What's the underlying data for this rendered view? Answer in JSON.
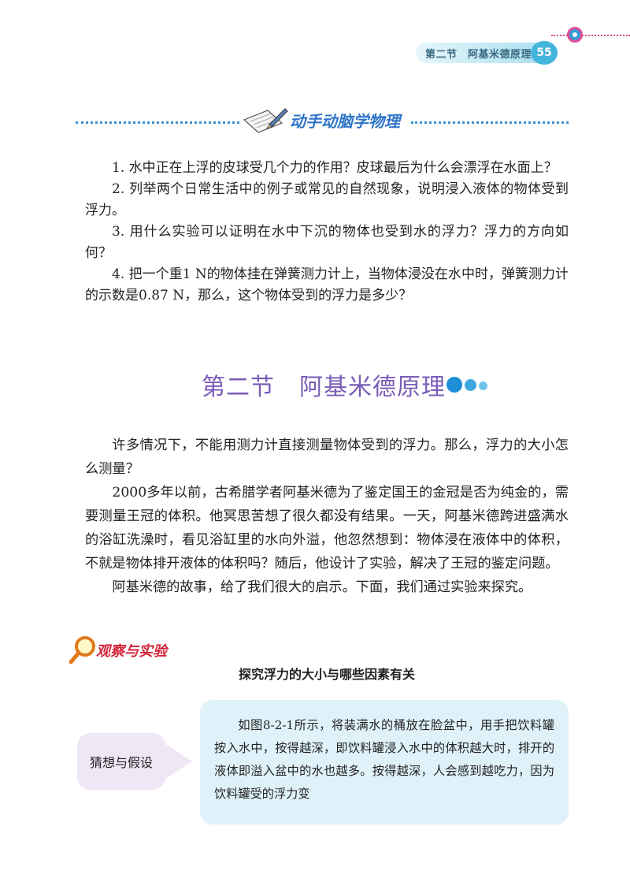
{
  "header": {
    "running_title": "第二节　阿基米德原理",
    "page_number": "55"
  },
  "activity": {
    "title": "动手动脑学物理",
    "questions": [
      "1. 水中正在上浮的皮球受几个力的作用？皮球最后为什么会漂浮在水面上？",
      "2. 列举两个日常生活中的例子或常见的自然现象，说明浸入液体的物体受到浮力。",
      "3. 用什么实验可以证明在水中下沉的物体也受到水的浮力？浮力的方向如何？",
      "4. 把一个重1 N的物体挂在弹簧测力计上，当物体浸没在水中时，弹簧测力计的示数是0.87 N，那么，这个物体受到的浮力是多少？"
    ]
  },
  "section": {
    "title": "第二节　阿基米德原理"
  },
  "body": {
    "paragraphs": [
      "许多情况下，不能用测力计直接测量物体受到的浮力。那么，浮力的大小怎么测量？",
      "2000多年以前，古希腊学者阿基米德为了鉴定国王的金冠是否为纯金的，需要测量王冠的体积。他冥思苦想了很久都没有结果。一天，阿基米德跨进盛满水的浴缸洗澡时，看见浴缸里的水向外溢，他忽然想到：物体浸在液体中的体积，不就是物体排开液体的体积吗？随后，他设计了实验，解决了王冠的鉴定问题。",
      "阿基米德的故事，给了我们很大的启示。下面，我们通过实验来探究。"
    ]
  },
  "experiment": {
    "label": "观察与实验",
    "subtitle": "探究浮力的大小与哪些因素有关",
    "hypothesis_tag": "猜想与假设",
    "hypothesis_text": "如图8-2-1所示，将装满水的桶放在脸盆中，用手把饮料罐按入水中，按得越深，即饮料罐浸入水中的体积越大时，排开的液体即溢入盆中的水也越多。按得越深，人会感到越吃力，因为饮料罐受的浮力变"
  }
}
